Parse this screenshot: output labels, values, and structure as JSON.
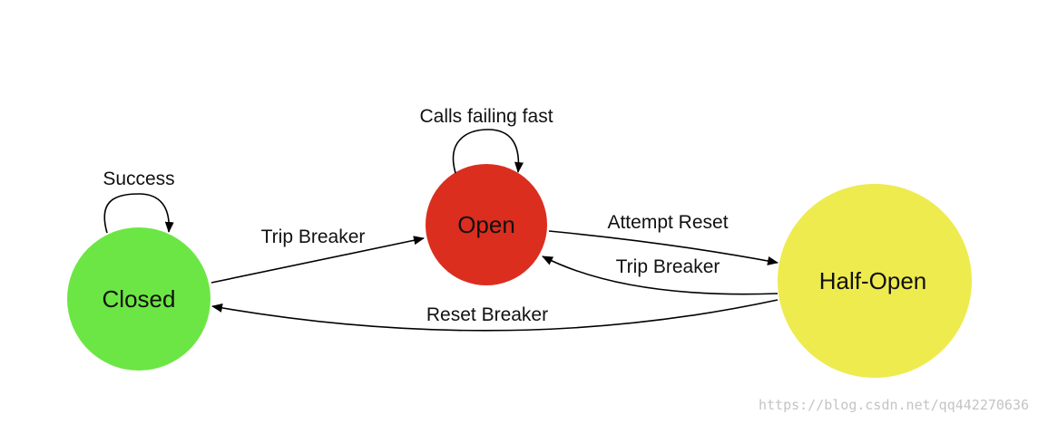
{
  "nodes": {
    "closed": {
      "label": "Closed",
      "color": "#6ce644"
    },
    "open": {
      "label": "Open",
      "color": "#db2e1f"
    },
    "half_open": {
      "label": "Half-Open",
      "color": "#eeeb4f"
    }
  },
  "edges": {
    "success": "Success",
    "calls_failing_fast": "Calls failing fast",
    "trip_breaker_closed_open": "Trip Breaker",
    "attempt_reset": "Attempt Reset",
    "trip_breaker_half_open": "Trip Breaker",
    "reset_breaker": "Reset Breaker"
  },
  "watermark": "https://blog.csdn.net/qq442270636"
}
